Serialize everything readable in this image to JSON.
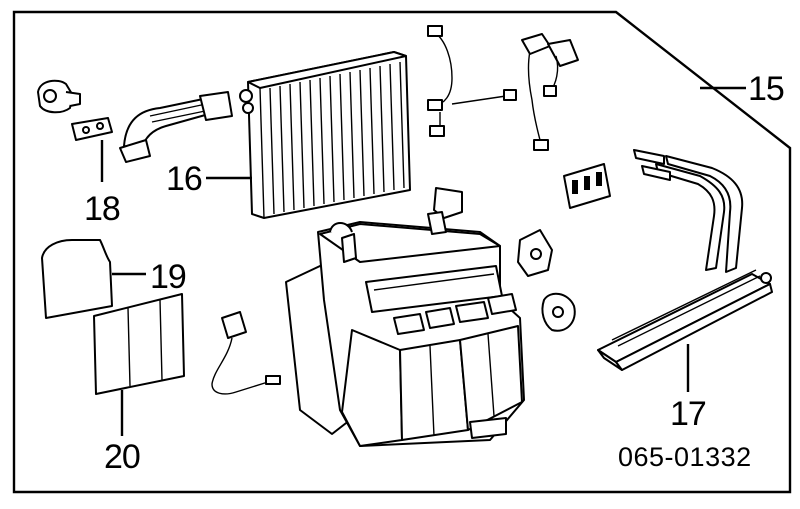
{
  "diagram": {
    "callouts": {
      "c15": "15",
      "c16": "16",
      "c17": "17",
      "c18": "18",
      "c19": "19",
      "c20": "20"
    },
    "diagram_code": "065-01332"
  },
  "parts": {
    "p15": "heater-ac-unit-assembly-icon",
    "p16": "evaporator-core-icon",
    "p17": "heater-core-icon",
    "p18": "expansion-valve-icon",
    "p19": "filter-gasket-icon",
    "p20": "air-filter-icon"
  }
}
